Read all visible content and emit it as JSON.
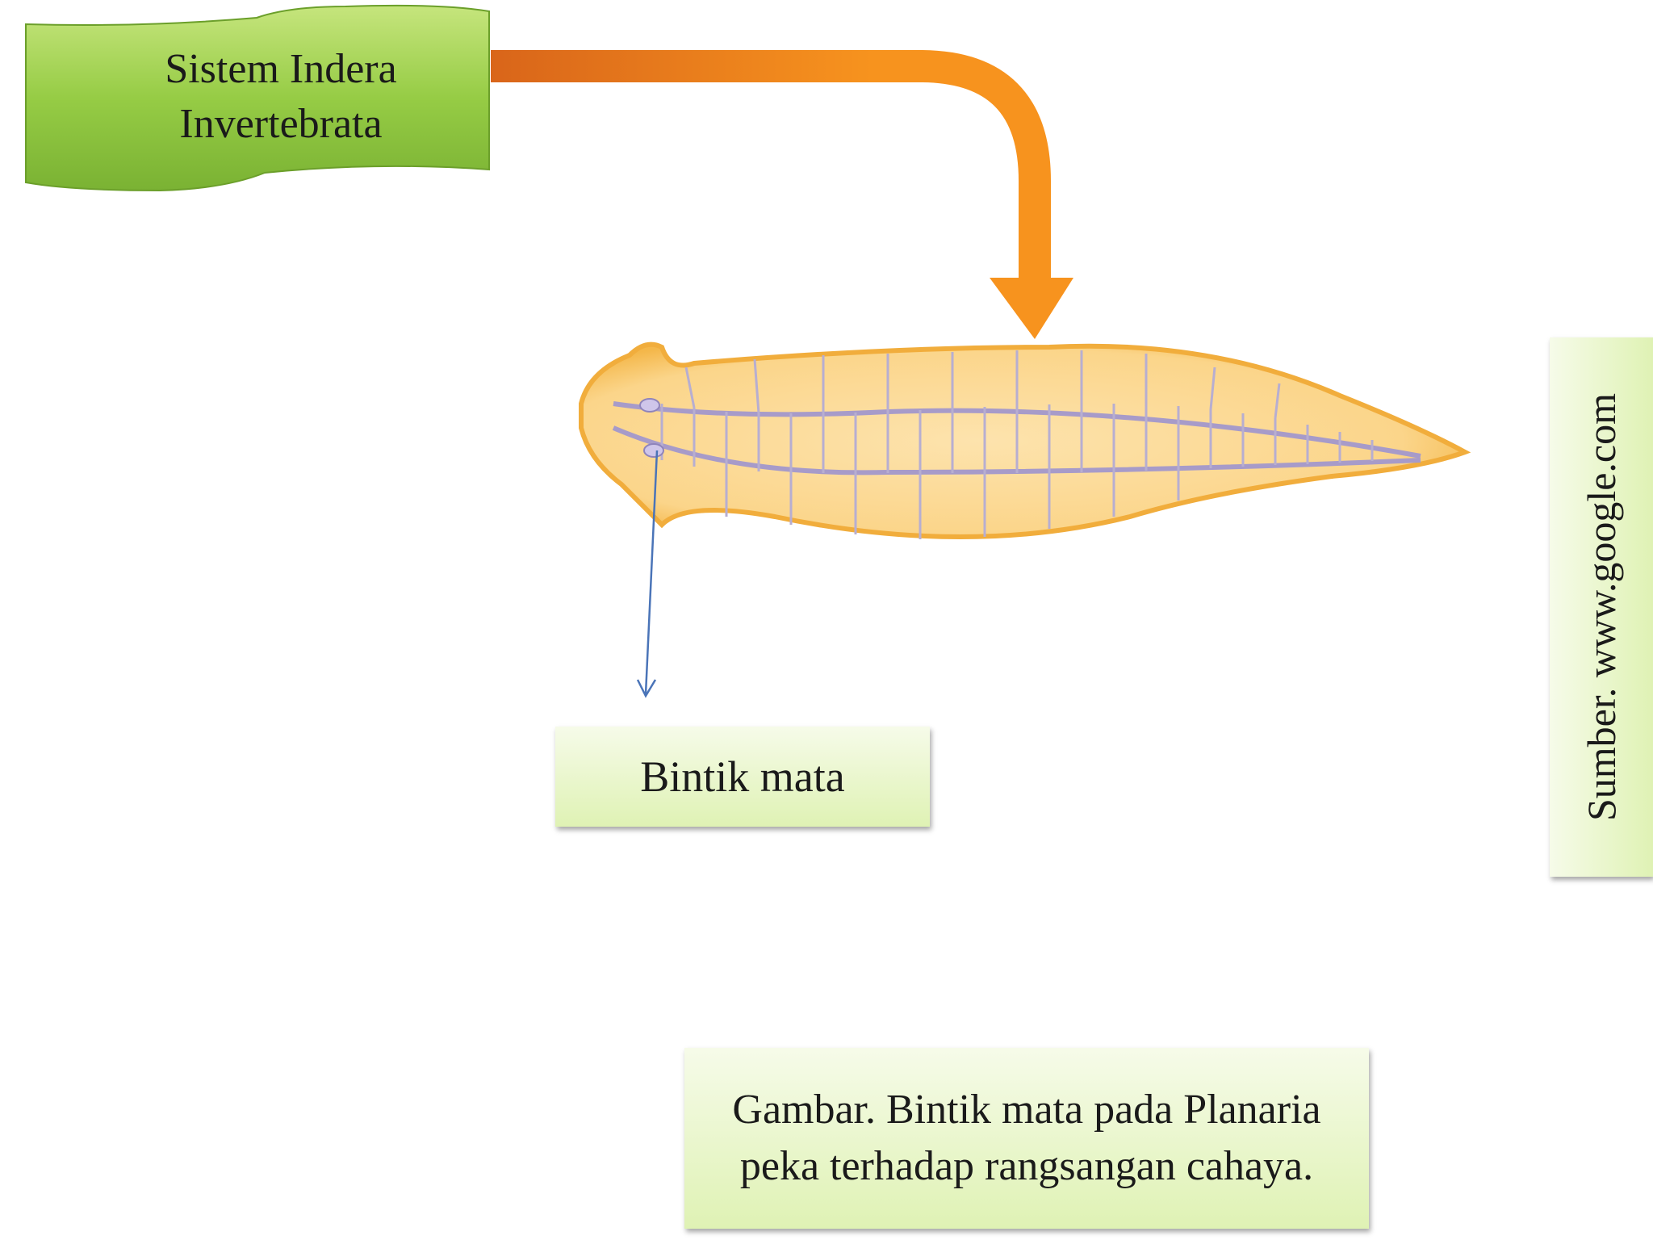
{
  "title": {
    "line1": "Sistem Indera",
    "line2": "Invertebrata"
  },
  "label": "Bintik mata",
  "caption": {
    "line1": "Gambar. Bintik mata pada Planaria",
    "line2": "peka terhadap rangsangan cahaya."
  },
  "source": "Sumber. www.google.com",
  "colors": {
    "banner_green": "#8cc63f",
    "arrow_orange": "#f7931e",
    "planaria_body": "#fbd58a",
    "planaria_edge": "#f4b74a",
    "nerve": "#a79bc9",
    "pointer_blue": "#4a74b8",
    "box_fill": "#e2f3bd"
  },
  "icons": [
    "orange-arrow-icon",
    "pointer-arrow-icon",
    "planaria-illustration"
  ]
}
